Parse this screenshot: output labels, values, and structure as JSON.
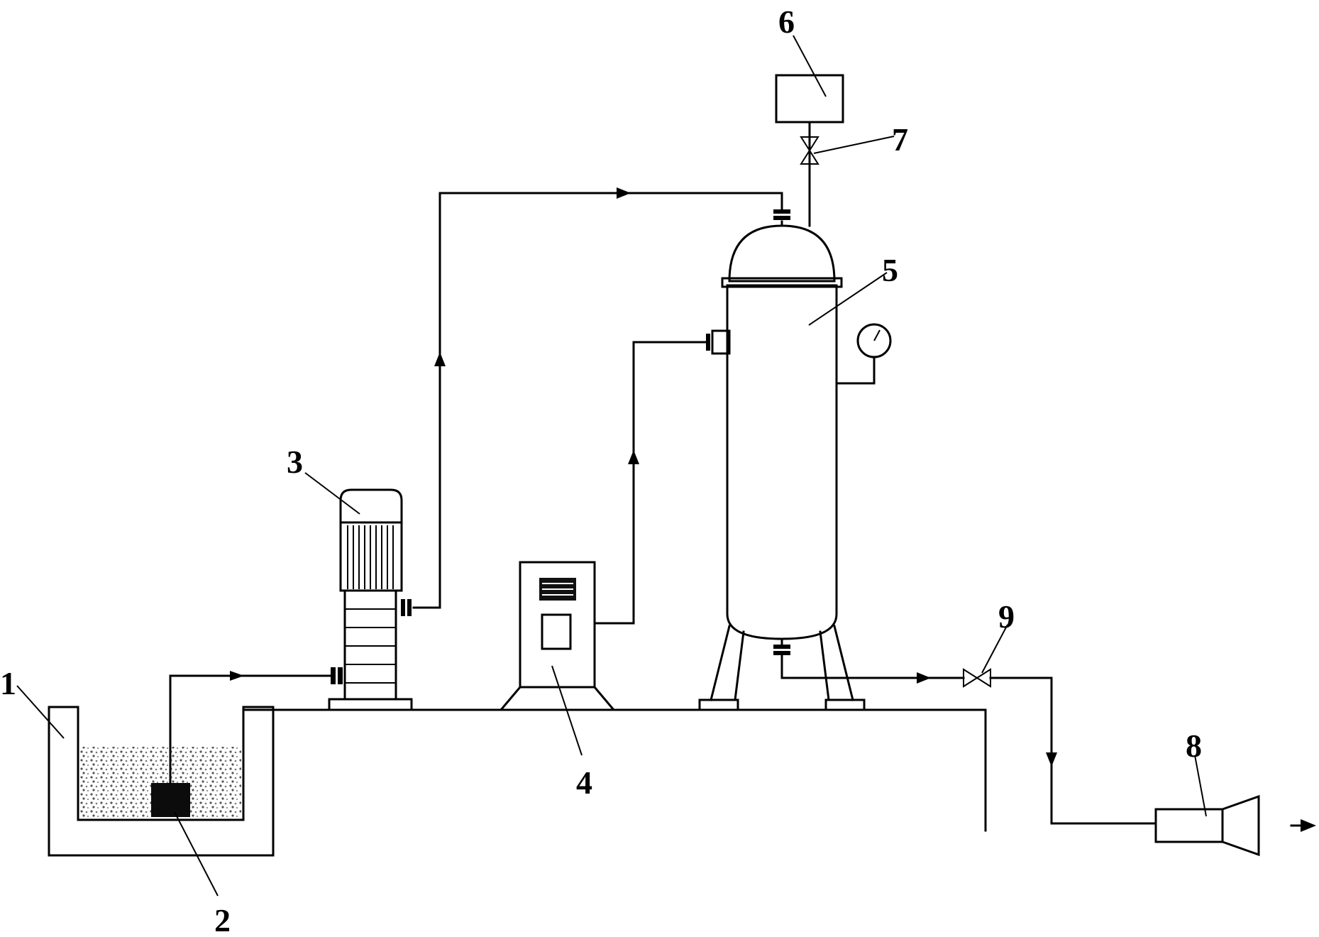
{
  "diagram": {
    "labels": {
      "l1": "1",
      "l2": "2",
      "l3": "3",
      "l4": "4",
      "l5": "5",
      "l6": "6",
      "l7": "7",
      "l8": "8",
      "l9": "9"
    }
  }
}
